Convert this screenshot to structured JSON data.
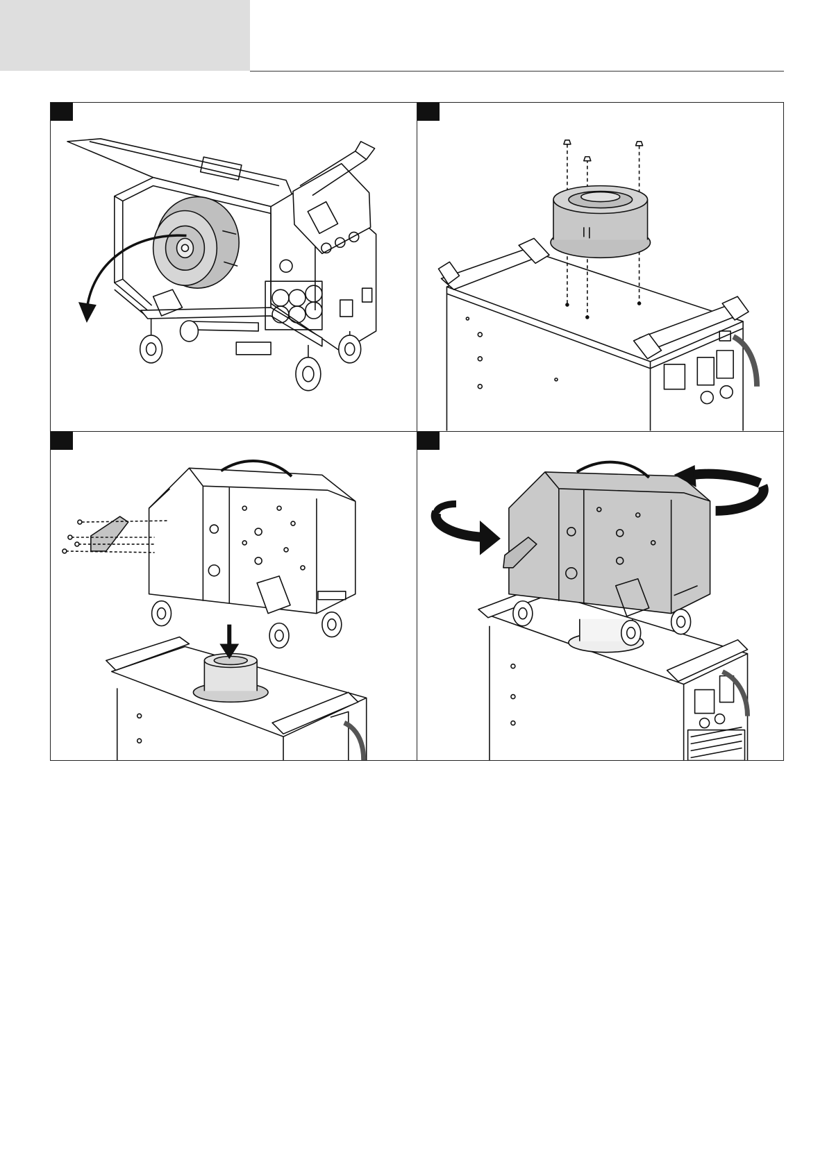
{
  "document": {
    "panels": [
      {
        "id": "step-1",
        "illustration": "wire-feeder-open-spool-tilt"
      },
      {
        "id": "step-2",
        "illustration": "mount-adapter-on-power-source"
      },
      {
        "id": "step-3",
        "illustration": "attach-bracket-lower-feeder"
      },
      {
        "id": "step-4",
        "illustration": "rotate-feeder-on-adapter"
      }
    ],
    "colors": {
      "line": "#111111",
      "shade": "#c6c6c6",
      "spool": "#d0d0d0",
      "header": "#dedede"
    }
  }
}
